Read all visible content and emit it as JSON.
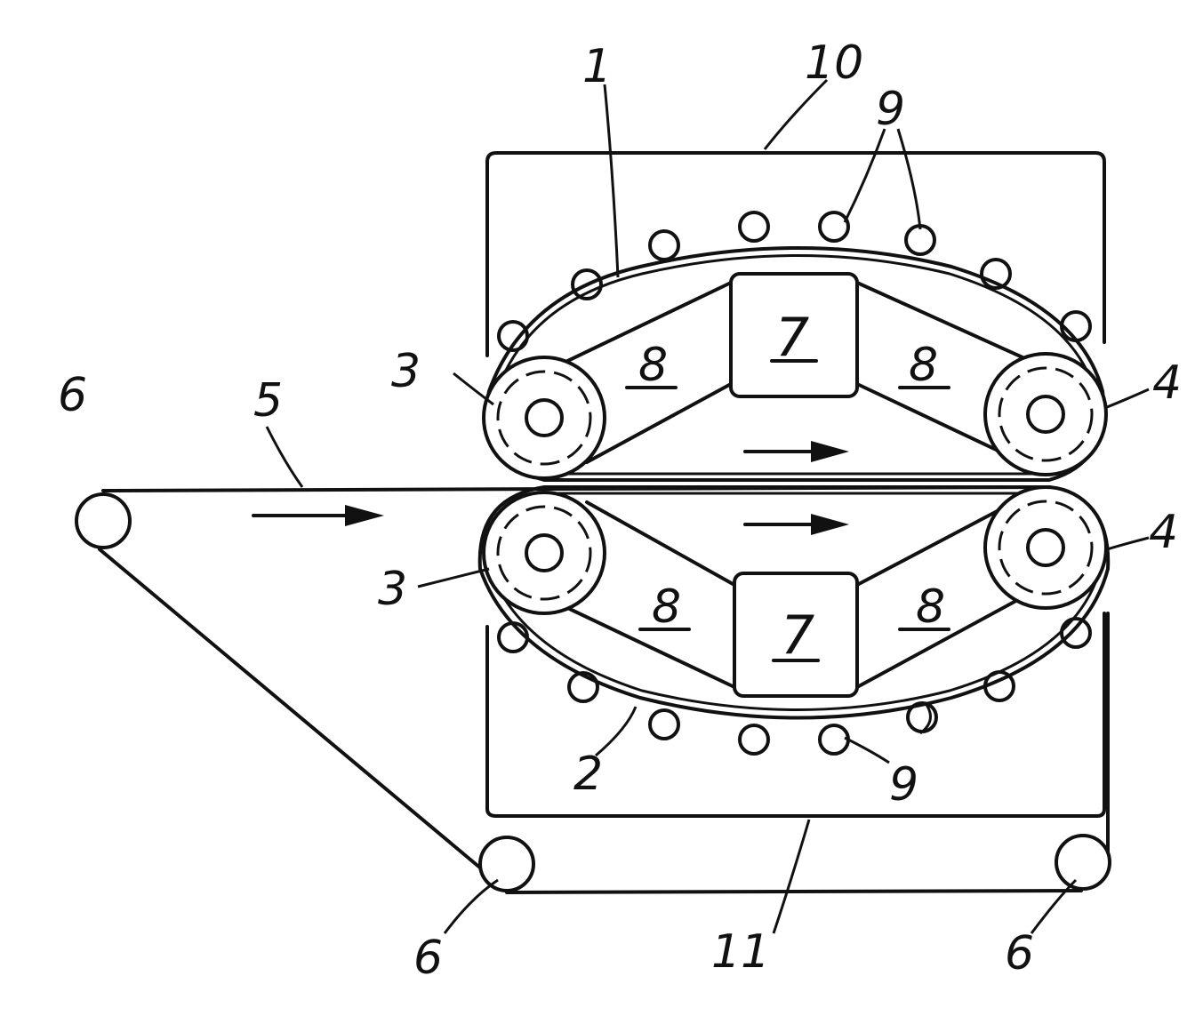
{
  "labels": {
    "belt_upper": "1",
    "belt_lower": "2",
    "roller_left_upper": "3",
    "roller_left_lower": "3",
    "roller_right_upper": "4",
    "roller_right_lower": "4",
    "web": "5",
    "guide_roller_left": "6",
    "guide_roller_bottom_left": "6",
    "guide_roller_bottom_right": "6",
    "drive_upper": "7",
    "drive_lower": "7",
    "arm_upper_left": "8",
    "arm_upper_right": "8",
    "arm_lower_left": "8",
    "arm_lower_right": "8",
    "nozzles_upper": "9",
    "nozzles_lower": "9",
    "housing_upper": "10",
    "housing_lower": "11"
  }
}
